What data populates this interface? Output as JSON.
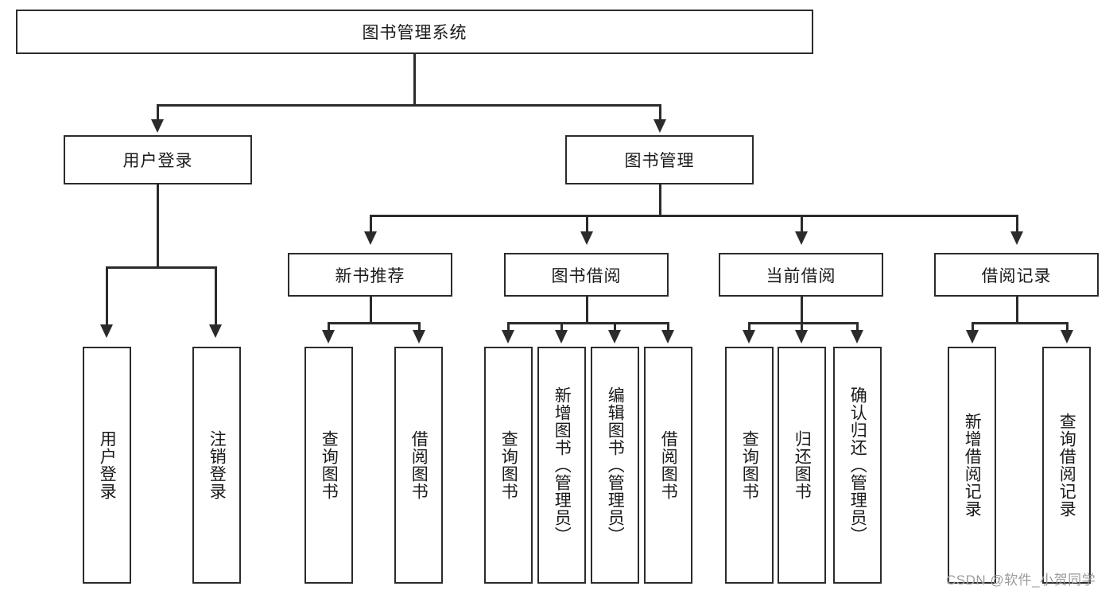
{
  "diagram": {
    "type": "tree-hierarchy",
    "title": "图书管理系统",
    "root": {
      "label": "图书管理系统"
    },
    "level1": [
      {
        "label": "用户登录"
      },
      {
        "label": "图书管理"
      }
    ],
    "level2": [
      {
        "label": "新书推荐"
      },
      {
        "label": "图书借阅"
      },
      {
        "label": "当前借阅"
      },
      {
        "label": "借阅记录"
      }
    ],
    "leaves": {
      "user_login": [
        {
          "label": "用户登录"
        },
        {
          "label": "注销登录"
        }
      ],
      "new_book_recommend": [
        {
          "label": "查询图书"
        },
        {
          "label": "借阅图书"
        }
      ],
      "book_borrow": [
        {
          "label": "查询图书"
        },
        {
          "label": "新增图书（管理员）"
        },
        {
          "label": "编辑图书（管理员）"
        },
        {
          "label": "借阅图书"
        }
      ],
      "current_borrow": [
        {
          "label": "查询图书"
        },
        {
          "label": "归还图书"
        },
        {
          "label": "确认归还（管理员）"
        }
      ],
      "borrow_record": [
        {
          "label": "新增借阅记录"
        },
        {
          "label": "查询借阅记录"
        }
      ]
    }
  },
  "watermark": {
    "text": "CSDN @软件_小贺同学"
  },
  "colors": {
    "stroke": "#2b2b2b",
    "fill": "#ffffff",
    "text": "#1a1a1a",
    "watermark": "#9b9b9b"
  }
}
